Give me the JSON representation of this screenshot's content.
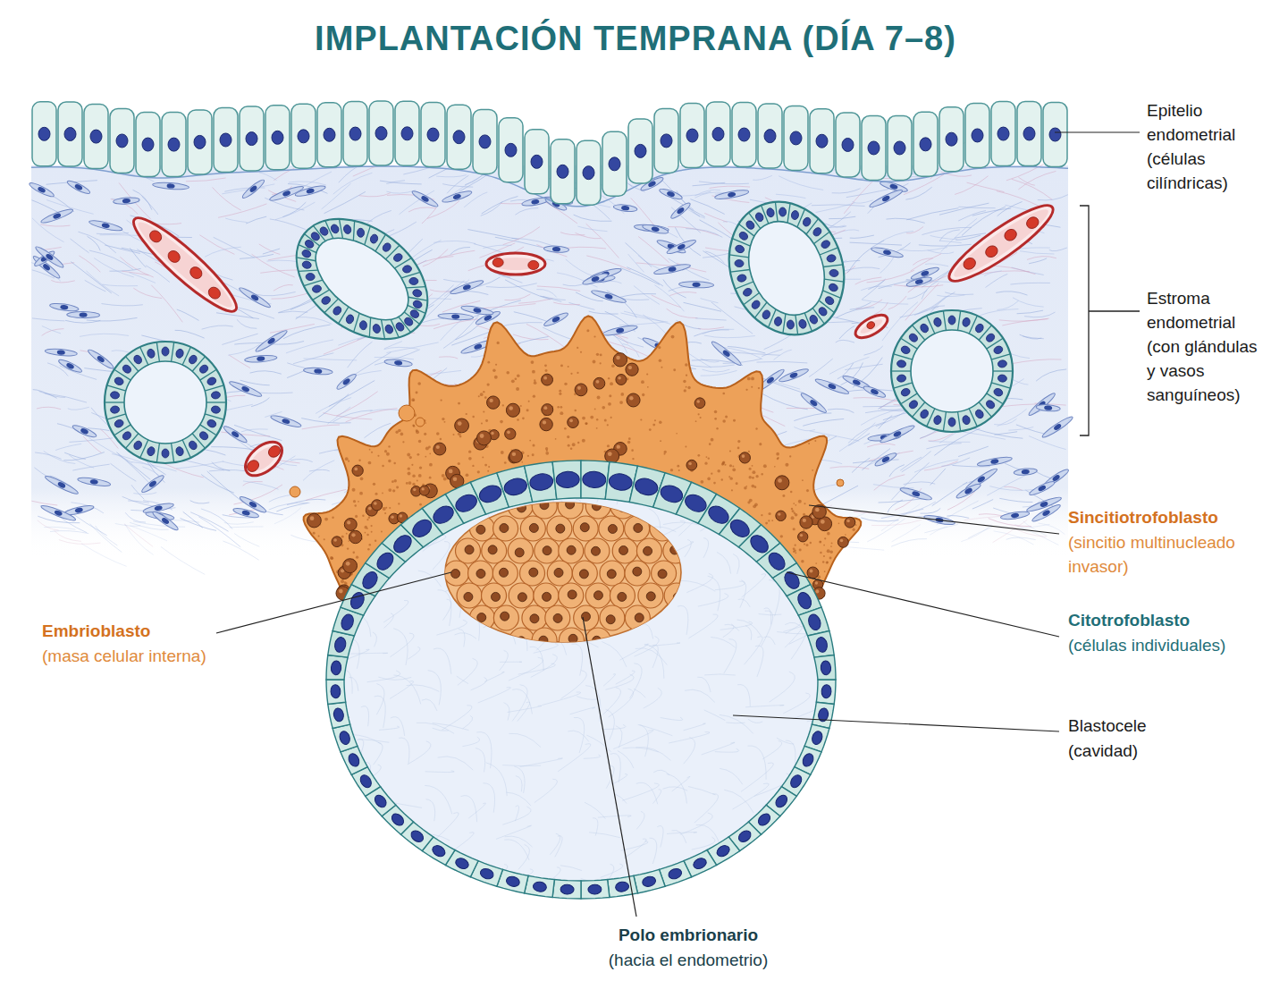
{
  "diagram": {
    "title": "IMPLANTACIÓN TEMPRANA (DÍA 7–8)",
    "labels": [
      "Epitelio endometrial",
      "(células cilíndricas)",
      "Estroma endometrial",
      "(con glándulas y vasos sanguíneos)",
      "Sincitiotrofoblasto",
      "(sincitio multinucleado invasor)",
      "Citotrofoblasto",
      "(células individuales)",
      "Blastocele",
      "(cavidad)",
      "Embrioblasto",
      "(masa celular interna)",
      "Polo embrionario",
      "(hacia el endometrio)"
    ]
  }
}
